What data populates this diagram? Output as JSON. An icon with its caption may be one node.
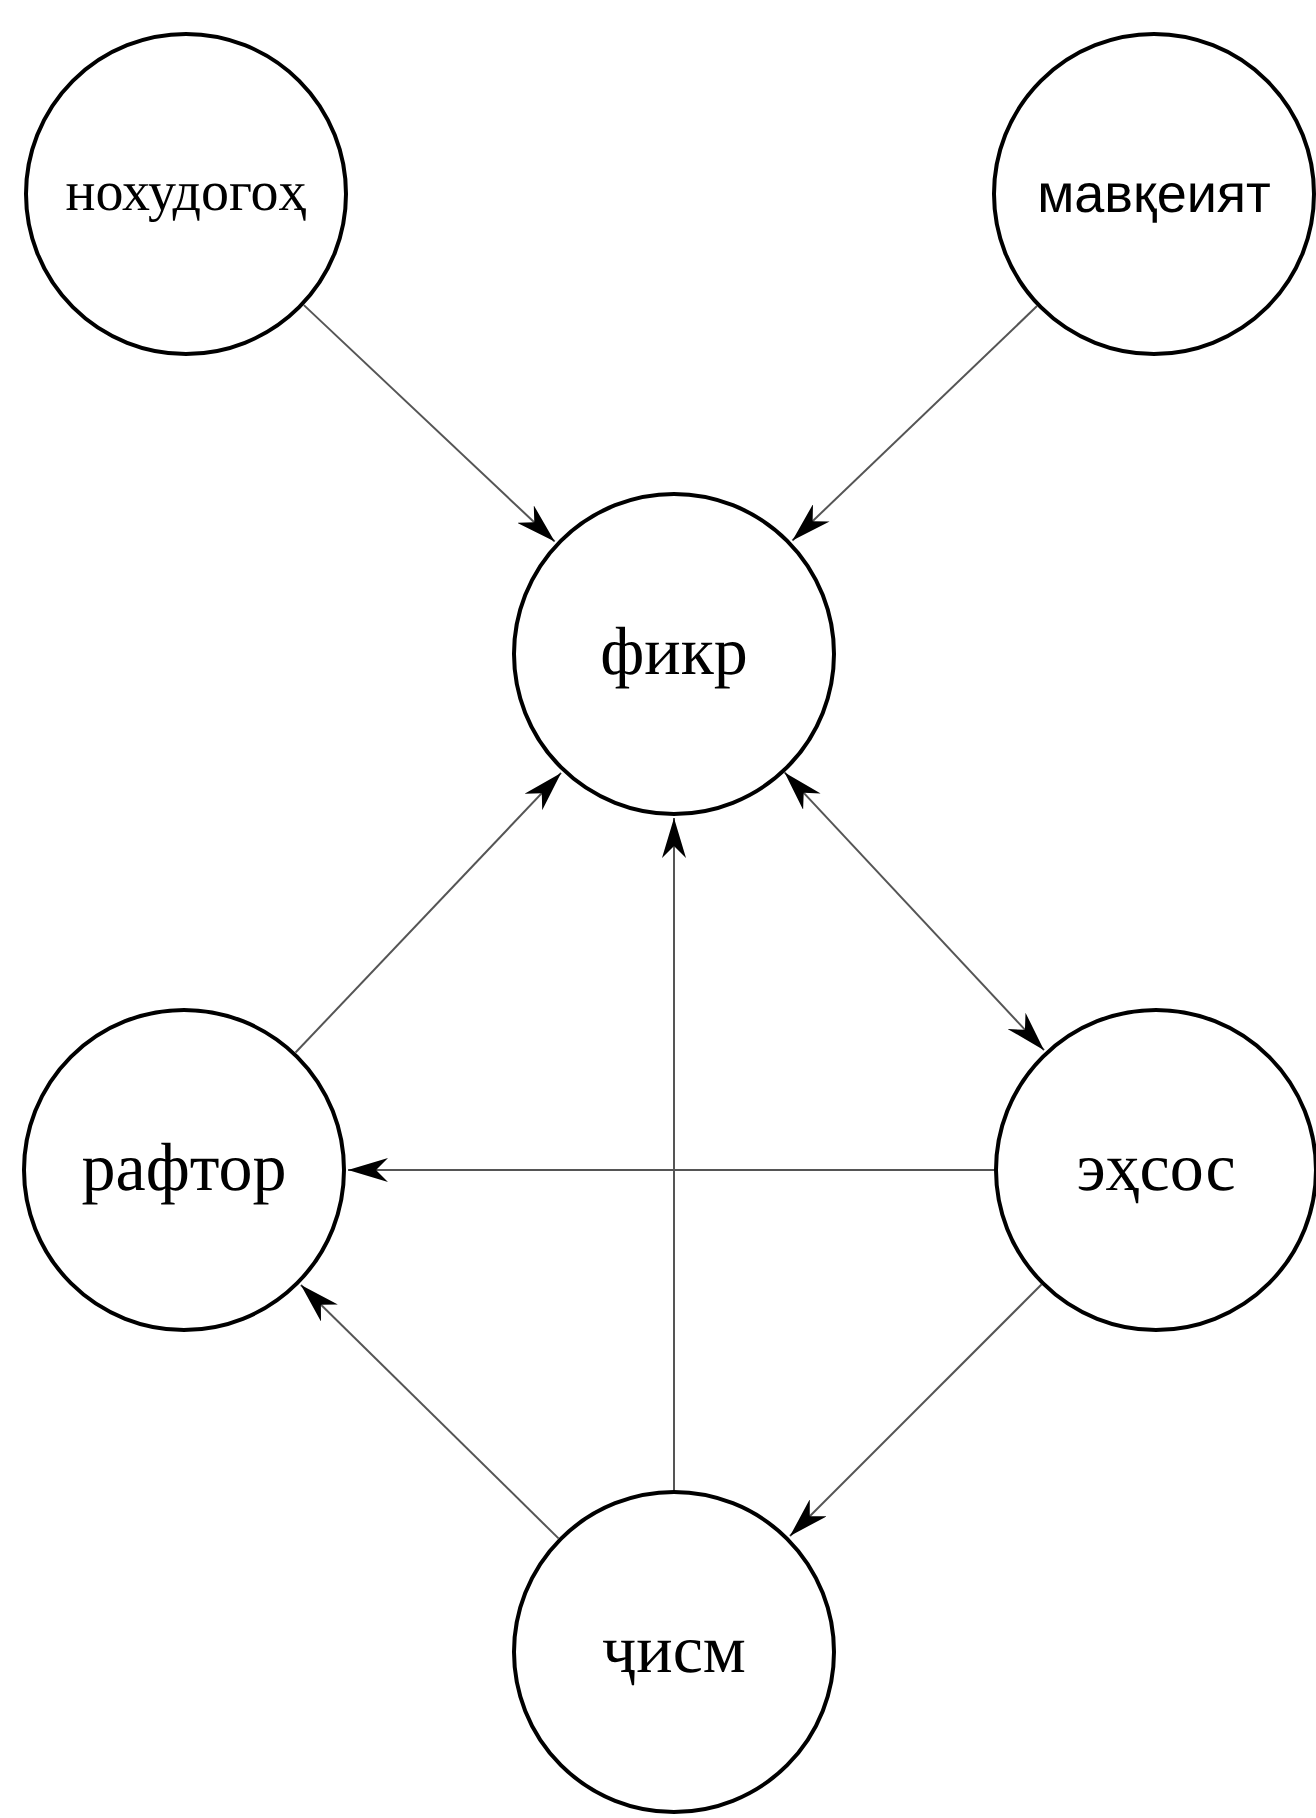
{
  "diagram": {
    "nodes": [
      {
        "text": [
          "нохудогоҳ"
        ]
      },
      {
        "text": [
          "мавқеият"
        ]
      },
      {
        "text": [
          "фикр"
        ]
      },
      {
        "text": [
          "рафтор"
        ]
      },
      {
        "text": [
          "эҳсос"
        ]
      },
      {
        "text": [
          "ҷисм"
        ]
      }
    ],
    "edges": [
      {
        "from": 0,
        "to": 2,
        "arrow": "to"
      },
      {
        "from": 1,
        "to": 2,
        "arrow": "to"
      },
      {
        "from": 2,
        "to": 4,
        "arrow": "both"
      },
      {
        "from": 3,
        "to": 2,
        "arrow": "to"
      },
      {
        "from": 5,
        "to": 2,
        "arrow": "to"
      },
      {
        "from": 4,
        "to": 3,
        "arrow": "to"
      },
      {
        "from": 5,
        "to": 3,
        "arrow": "to"
      },
      {
        "from": 4,
        "to": 5,
        "arrow": "to"
      }
    ]
  }
}
